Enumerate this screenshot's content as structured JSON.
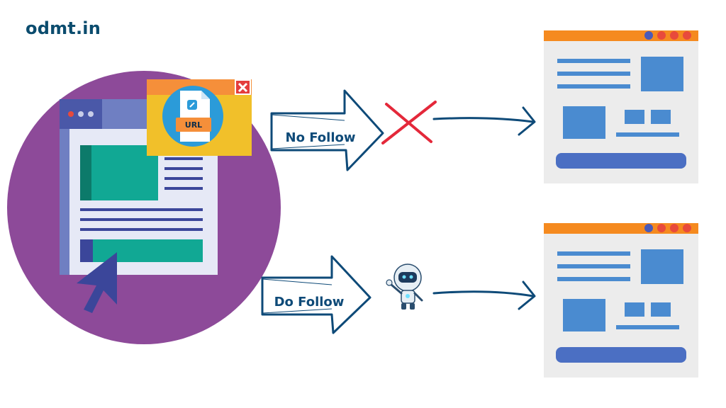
{
  "brand": {
    "text": "odmt.in"
  },
  "popup": {
    "file_label": "URL"
  },
  "arrows": {
    "nofollow_label": "No Follow",
    "dofollow_label": "Do Follow"
  },
  "icons": {
    "close": "close-icon",
    "link": "link-icon",
    "cursor": "cursor-arrow-icon",
    "cross": "red-x-icon",
    "robot": "robot-icon"
  },
  "colors": {
    "brand_text": "#0b4c6e",
    "circle": "#8d4a99",
    "browser_frame": "#e6e9f6",
    "browser_bar": "#4a58a8",
    "browser_stripe": "#6f7fc2",
    "content_block": "#11a894",
    "content_block_dark": "#0c7a6a",
    "text_lines": "#3b469a",
    "popup_yellow": "#f1c02a",
    "popup_orange": "#f58f3a",
    "file_circle": "#2b9bd9",
    "close_red": "#e43d3d",
    "arrow_navy": "#0e4a78",
    "cross_red": "#e4283a",
    "site_bg": "#ececec",
    "site_header": "#f58a1f",
    "site_blue": "#4a8bd0",
    "site_button": "#4b6fc3",
    "dot_blue": "#4a5ab8",
    "dot_red": "#e84a3c"
  }
}
